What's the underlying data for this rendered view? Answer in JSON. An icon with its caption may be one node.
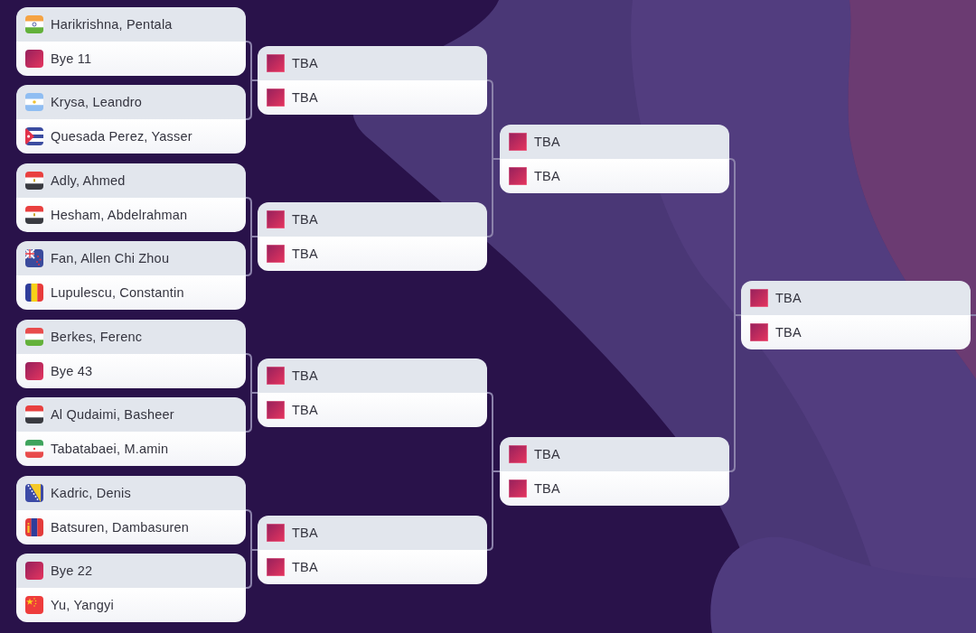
{
  "diagram": {
    "nodes": [
      {
        "text": [
          "Harikrishna, Pentala",
          "Bye 11"
        ]
      },
      {
        "text": [
          "Krysa, Leandro",
          "Quesada Perez, Yasser"
        ]
      },
      {
        "text": [
          "Adly, Ahmed",
          "Hesham, Abdelrahman"
        ]
      },
      {
        "text": [
          "Fan, Allen Chi Zhou",
          "Lupulescu, Constantin"
        ]
      },
      {
        "text": [
          "Berkes, Ferenc",
          "Bye 43"
        ]
      },
      {
        "text": [
          "Al Qudaimi, Basheer",
          "Tabatabaei, M.amin"
        ]
      },
      {
        "text": [
          "Kadric, Denis",
          "Batsuren, Dambasuren"
        ]
      },
      {
        "text": [
          "Bye 22",
          "Yu, Yangyi"
        ]
      },
      {
        "text": [
          "TBA",
          "TBA"
        ]
      },
      {
        "text": [
          "TBA",
          "TBA"
        ]
      },
      {
        "text": [
          "TBA",
          "TBA"
        ]
      },
      {
        "text": [
          "TBA",
          "TBA"
        ]
      },
      {
        "text": [
          "TBA",
          "TBA"
        ]
      },
      {
        "text": [
          "TBA",
          "TBA"
        ]
      },
      {
        "text": [
          "TBA",
          "TBA"
        ]
      }
    ],
    "edges": [
      {
        "from": 0,
        "to": 8,
        "arrow": "none"
      },
      {
        "from": 1,
        "to": 8,
        "arrow": "none"
      },
      {
        "from": 2,
        "to": 9,
        "arrow": "none"
      },
      {
        "from": 3,
        "to": 9,
        "arrow": "none"
      },
      {
        "from": 4,
        "to": 10,
        "arrow": "none"
      },
      {
        "from": 5,
        "to": 10,
        "arrow": "none"
      },
      {
        "from": 6,
        "to": 11,
        "arrow": "none"
      },
      {
        "from": 7,
        "to": 11,
        "arrow": "none"
      },
      {
        "from": 8,
        "to": 12,
        "arrow": "none"
      },
      {
        "from": 9,
        "to": 12,
        "arrow": "none"
      },
      {
        "from": 10,
        "to": 13,
        "arrow": "none"
      },
      {
        "from": 11,
        "to": 13,
        "arrow": "none"
      },
      {
        "from": 12,
        "to": 14,
        "arrow": "none"
      },
      {
        "from": 13,
        "to": 14,
        "arrow": "none"
      },
      {
        "from": 14,
        "to": null,
        "arrow": "none"
      }
    ]
  }
}
